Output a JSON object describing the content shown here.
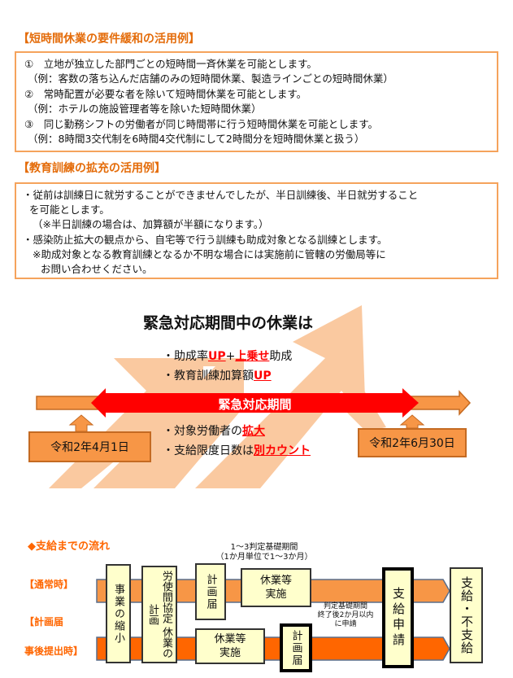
{
  "section1": {
    "title": "【短時間休業の要件緩和の活用例】",
    "lines": [
      "①　立地が独立した部門ごとの短時間一斉休業を可能とします。",
      "（例：客数の落ち込んだ店舗のみの短時間休業、製造ラインごとの短時間休業）",
      "②　常時配置が必要な者を除いて短時間休業を可能とします。",
      "（例：ホテルの施設管理者等を除いた短時間休業）",
      "③　同じ勤務シフトの労働者が同じ時間帯に行う短時間休業を可能とします。",
      "（例：8時間3交代制を6時間4交代制にして2時間分を短時間休業と扱う）"
    ]
  },
  "section2": {
    "title": "【教育訓練の拡充の活用例】",
    "lines": [
      "・従前は訓練日に就労することができませんでしたが、半日訓練後、半日就労すること",
      "を可能とします。",
      "（※半日訓練の場合は、加算額が半額になります。）",
      "・感染防止拡大の観点から、自宅等で行う訓練も助成対象となる訓練とします。",
      "※助成対象となる教育訓練となるか不明な場合には実施前に管轄の労働局等に",
      "お問い合わせください。"
    ]
  },
  "emergency": {
    "title": "緊急対応期間中の休業は",
    "period_label": "緊急対応期間",
    "start_date": "令和2年4月1日",
    "end_date": "令和2年6月30日",
    "b1": {
      "pre": "・助成率",
      "up": "UP",
      "plus": "+",
      "extra": "上乗せ",
      "post": "助成"
    },
    "b2": {
      "pre": "・教育訓練加算額",
      "up": "UP"
    },
    "b3": {
      "pre": "・対象労働者の",
      "em": "拡大"
    },
    "b4": {
      "pre": "・支給限度日数は",
      "em": "別カウント"
    },
    "colors": {
      "red": "#FF0000",
      "orange": "#F79646",
      "light": "#FAC9A0"
    }
  },
  "flow": {
    "title": "◆支給までの流れ",
    "normal_label": "【通常時】",
    "late_label_1": "【計画届",
    "late_label_2": "事後提出時】",
    "period_note_1": "1～3判定基礎期間",
    "period_note_2": "（1か月単位で1～3か月）",
    "deadline_note": [
      "判定基礎期間",
      "終了後2か月以内",
      "に申請"
    ],
    "shrink": "事業の縮小",
    "agreement": "労使間協定 休業の計画",
    "plan_top": "計画届",
    "leave_top": "休業等実施",
    "leave_bottom": "休業等実施",
    "plan_bottom": "計画届",
    "apply": "支給申請",
    "decision": "支給・不支給"
  }
}
